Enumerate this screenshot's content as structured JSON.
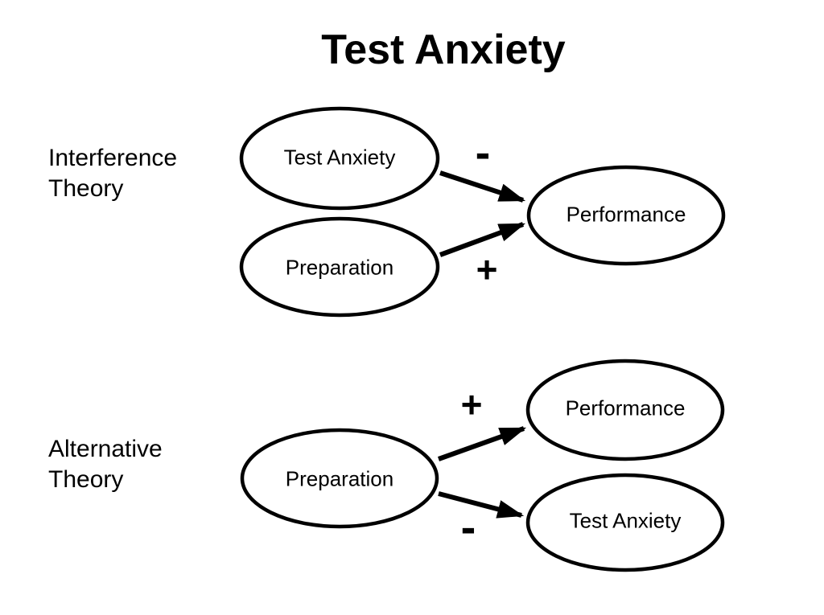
{
  "title": "Test Anxiety",
  "colors": {
    "ink": "#000000",
    "background": "#ffffff"
  },
  "sections": {
    "interference": {
      "label_line1": "Interference",
      "label_line2": "Theory",
      "node_test_anxiety": "Test Anxiety",
      "node_preparation": "Preparation",
      "node_performance": "Performance",
      "sign_anxiety_to_performance": "-",
      "sign_preparation_to_performance": "+"
    },
    "alternative": {
      "label_line1": "Alternative",
      "label_line2": "Theory",
      "node_preparation": "Preparation",
      "node_performance": "Performance",
      "node_test_anxiety": "Test Anxiety",
      "sign_preparation_to_performance": "+",
      "sign_preparation_to_anxiety": "-"
    }
  }
}
